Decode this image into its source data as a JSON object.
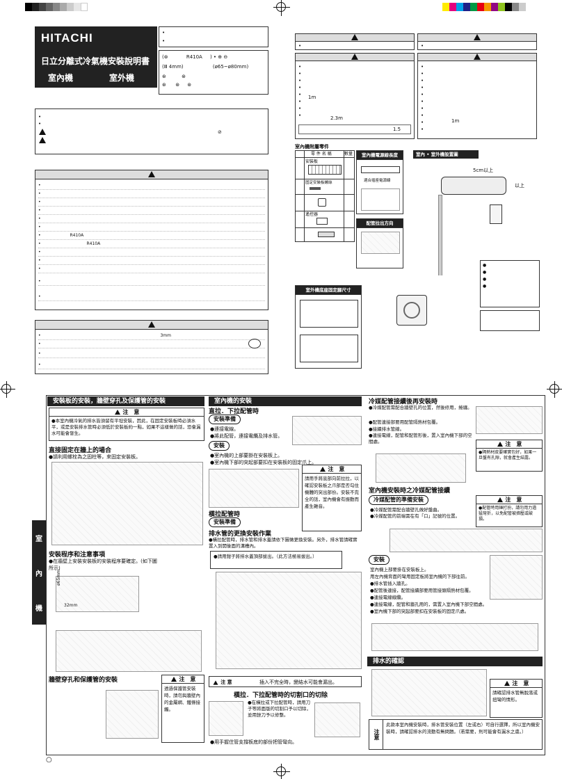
{
  "brand": "HITACHI",
  "doc_title": "日立分離式冷氣機安裝說明書",
  "unit_indoor": "室內機",
  "unit_outdoor": "室外機",
  "spec_box": {
    "line1": "R410A",
    "line2_left": "4mm",
    "line2_right": "(ø65~ø80mm)"
  },
  "right_warning": {
    "length_1m": "1m",
    "length_2_3m": "2.3m",
    "length_1m_b": "1m",
    "length_1_5": "1.5"
  },
  "main_warning": {
    "refrigerant1": "R410A",
    "refrigerant2": "R410A"
  },
  "caution_bottom": {
    "gap": "3mm"
  },
  "parts": {
    "title": "室內機附屬零件",
    "col_name": "零 件 名 稱",
    "col_qty": "數量",
    "item1": "安裝板",
    "item2": "固定安裝板螺絲",
    "item4": "遙控器"
  },
  "indoor_power": {
    "title": "室內機電源線長度",
    "label": "適合插座電源線"
  },
  "pipe_direction": {
    "title": "配管拉出方向"
  },
  "install_position": {
    "title": "室內 • 室外機設置圖",
    "dim1": "5cm以上",
    "dim2": "以上"
  },
  "outdoor_base": {
    "title": "室外機底座固定腳尺寸"
  },
  "sec_a": {
    "title": "安裝板的安裝，牆壁穿孔及保護管的安裝",
    "caution": "注　意",
    "caution_text": "●本室內機冷氣的排水皆須留有平坦安裝，因此，在固定安裝板時必須水平，或是安裝排水管時必須低於安裝板約一點，如果不這樣做的話，恐會漏水可能會發生。",
    "wall_title": "直接固定在牆上的場合",
    "wall_text": "●請利用螺栓為之固柱等，來固定安裝板。",
    "steps_title": "安裝程序和注意事項",
    "steps_text": "●在牆壁上安裝安裝板的安裝程序要確定。(如下圖所示)",
    "dim_32mm": "32mm",
    "dim_65mm": "ø65mm",
    "hole_title": "牆壁穿孔和保護管的安裝",
    "caution2": "注　意",
    "caution2_text": "透過保護管安裝時，請勿與牆壁內的金屬網、鐵條接觸。"
  },
  "sec_b": {
    "title": "室內機的安裝",
    "sub1": "直拉．下拉配管時",
    "prep": "安裝準備",
    "prep_text1": "●連接電線。",
    "prep_text2": "●將此配管，連接電纜及排水管。",
    "install": "安裝",
    "install_text1": "●室內機的上部要掛在安裝板上。",
    "install_text2": "●室內機下部的突起部要扣在安裝板的固定爪上。",
    "caution": "注　意",
    "caution_text": "請用手將底部向前拉拉，以確認安裝板之爪部是否勾住機體的突出部份。安裝不完全的話，室內機會有振動而產生雜音。",
    "sub2": "橫拉配管時",
    "prep2": "安裝準備",
    "drain_title": "排水管的更換安裝作業",
    "drain_text": "●橫拉配管時，排水管和排水蓋請依下圖做更換安裝。另外，排水管請確實置入到開後面的溝槽內。",
    "drain_box": "●請用鉗子將排水蓋頂部拔出。（此方法極易拔出。）",
    "caution_row": "注 意",
    "caution_row_text": "插入不完全時，變結水可能會漏出。",
    "cut_title": "橫拉．下拉配管時的切割口的切除",
    "cut_text": "●在橫拉或下拉配管時，請用刀子等將面版的切割口予以切除，並用銼刀予以修整。",
    "cut_text2": "●用手握住管支撐板底的部份把管彎向。"
  },
  "sec_c": {
    "title": "冷媒配管接續後再安裝時",
    "text1": "●冷媒配管需配合牆壁孔的位置，然後修用，捲纏。",
    "text2": "●配管連接部要用配管隔熱材包覆。",
    "text3": "●接續排水管線。",
    "text4": "●連接電線，配管和配管形後，置入室內機下部的空間處。",
    "caution1": "注　意",
    "caution1_text": "●隔熱材皮要確實包好，如果一旦盤有孔隙，就會產生結露。",
    "after_title": "室內機安裝時之冷媒配管接續",
    "prep": "冷媒配管的準備安裝",
    "prep_text1": "●冷媒配管需配合牆壁孔做好盤曲。",
    "prep_text2": "●冷媒配管的前端需在有「口」記號的位置。",
    "caution2": "注　意",
    "caution2_text": "●配管時用錘打扮，請勿用力過猛彎折，以免配管被擠壓或破損。",
    "install": "安裝",
    "install_text": "室內機上部要掛在安裝板上。\n用左內機背面的彎用固定板將室內機的下部往前。\n●排水管插入牆孔。\n●配管後連接，配管接續部要用管接頭隔熱材包覆。\n●連接電線線纜。\n●連接電線，配管和牆孔用的，需置入室內機下部空間處。\n●室內機下部的突起部要扣在安裝板的固定爪處。",
    "drain_check": "排水的確認",
    "caution3": "注　意",
    "caution3_text": "請確認排水管無脫落或扭彎的情形。",
    "note_label": "注意",
    "note_text": "此款本室內機安裝時，排水管安裝位置（左或右）可自行選擇，所以室內機安裝時，請確認排水的流動有無問題。（若需要，則可能會有漏水之虞。）"
  },
  "side_tab": [
    "室",
    "內",
    "機"
  ],
  "page_marker": "○"
}
